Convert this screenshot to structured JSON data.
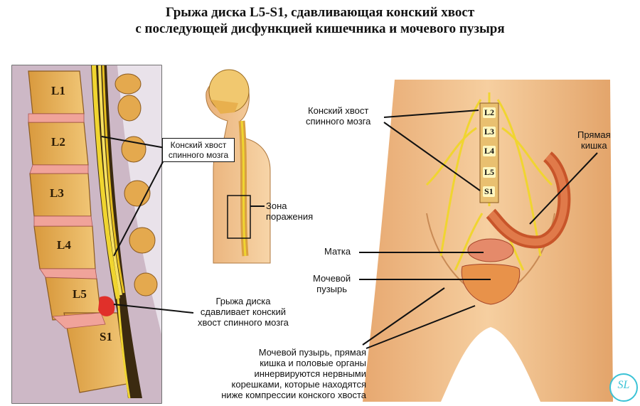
{
  "title": {
    "line1": "Грыжа диска L5-S1, сдавливающая конский хвост",
    "line2": "с последующей дисфункцией кишечника и мочевого пузыря"
  },
  "left_panel": {
    "vertebrae": [
      "L1",
      "L2",
      "L3",
      "L4",
      "L5",
      "S1"
    ],
    "cauda_label": [
      "Конский хвост",
      "спинного мозга"
    ],
    "zone_label": [
      "Зона",
      "поражения"
    ],
    "hernia_label": [
      "Грыжа диска",
      "сдавливает конский",
      "хвост спинного мозга"
    ]
  },
  "right_panel": {
    "vertebrae": [
      "L2",
      "L3",
      "L4",
      "L5",
      "S1"
    ],
    "cauda_label": [
      "Конский хвост",
      "спинного мозга"
    ],
    "rectum_label": [
      "Прямая",
      "кишка"
    ],
    "uterus_label": "Матка",
    "bladder_label": [
      "Мочевой",
      "пузырь"
    ],
    "innervation_note": [
      "Мочевой пузырь, прямая",
      "кишка и половые органы",
      "иннервируются нервными",
      "корешками, которые находятся",
      "ниже компрессии конского хвоста"
    ]
  },
  "logo": {
    "text": "SL",
    "color": "#3cc3d6"
  },
  "colors": {
    "bone": "#e8b35a",
    "disc": "#f2a9a0",
    "nerve": "#f0d530",
    "skin": "#f2c08e",
    "hernia": "#e0302a"
  }
}
